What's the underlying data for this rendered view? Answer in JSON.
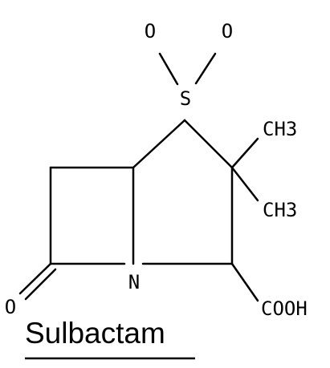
{
  "structure": {
    "atoms": {
      "o_left": "O",
      "o_right": "O",
      "sulfur": "S",
      "methyl_1": "CH3",
      "methyl_2": "CH3",
      "nitrogen": "N",
      "carbonyl_oxygen": "O",
      "carboxyl": "COOH"
    },
    "compound_name": "Sulbactam"
  },
  "colors": {
    "ink": "#000000",
    "background": "#ffffff"
  }
}
